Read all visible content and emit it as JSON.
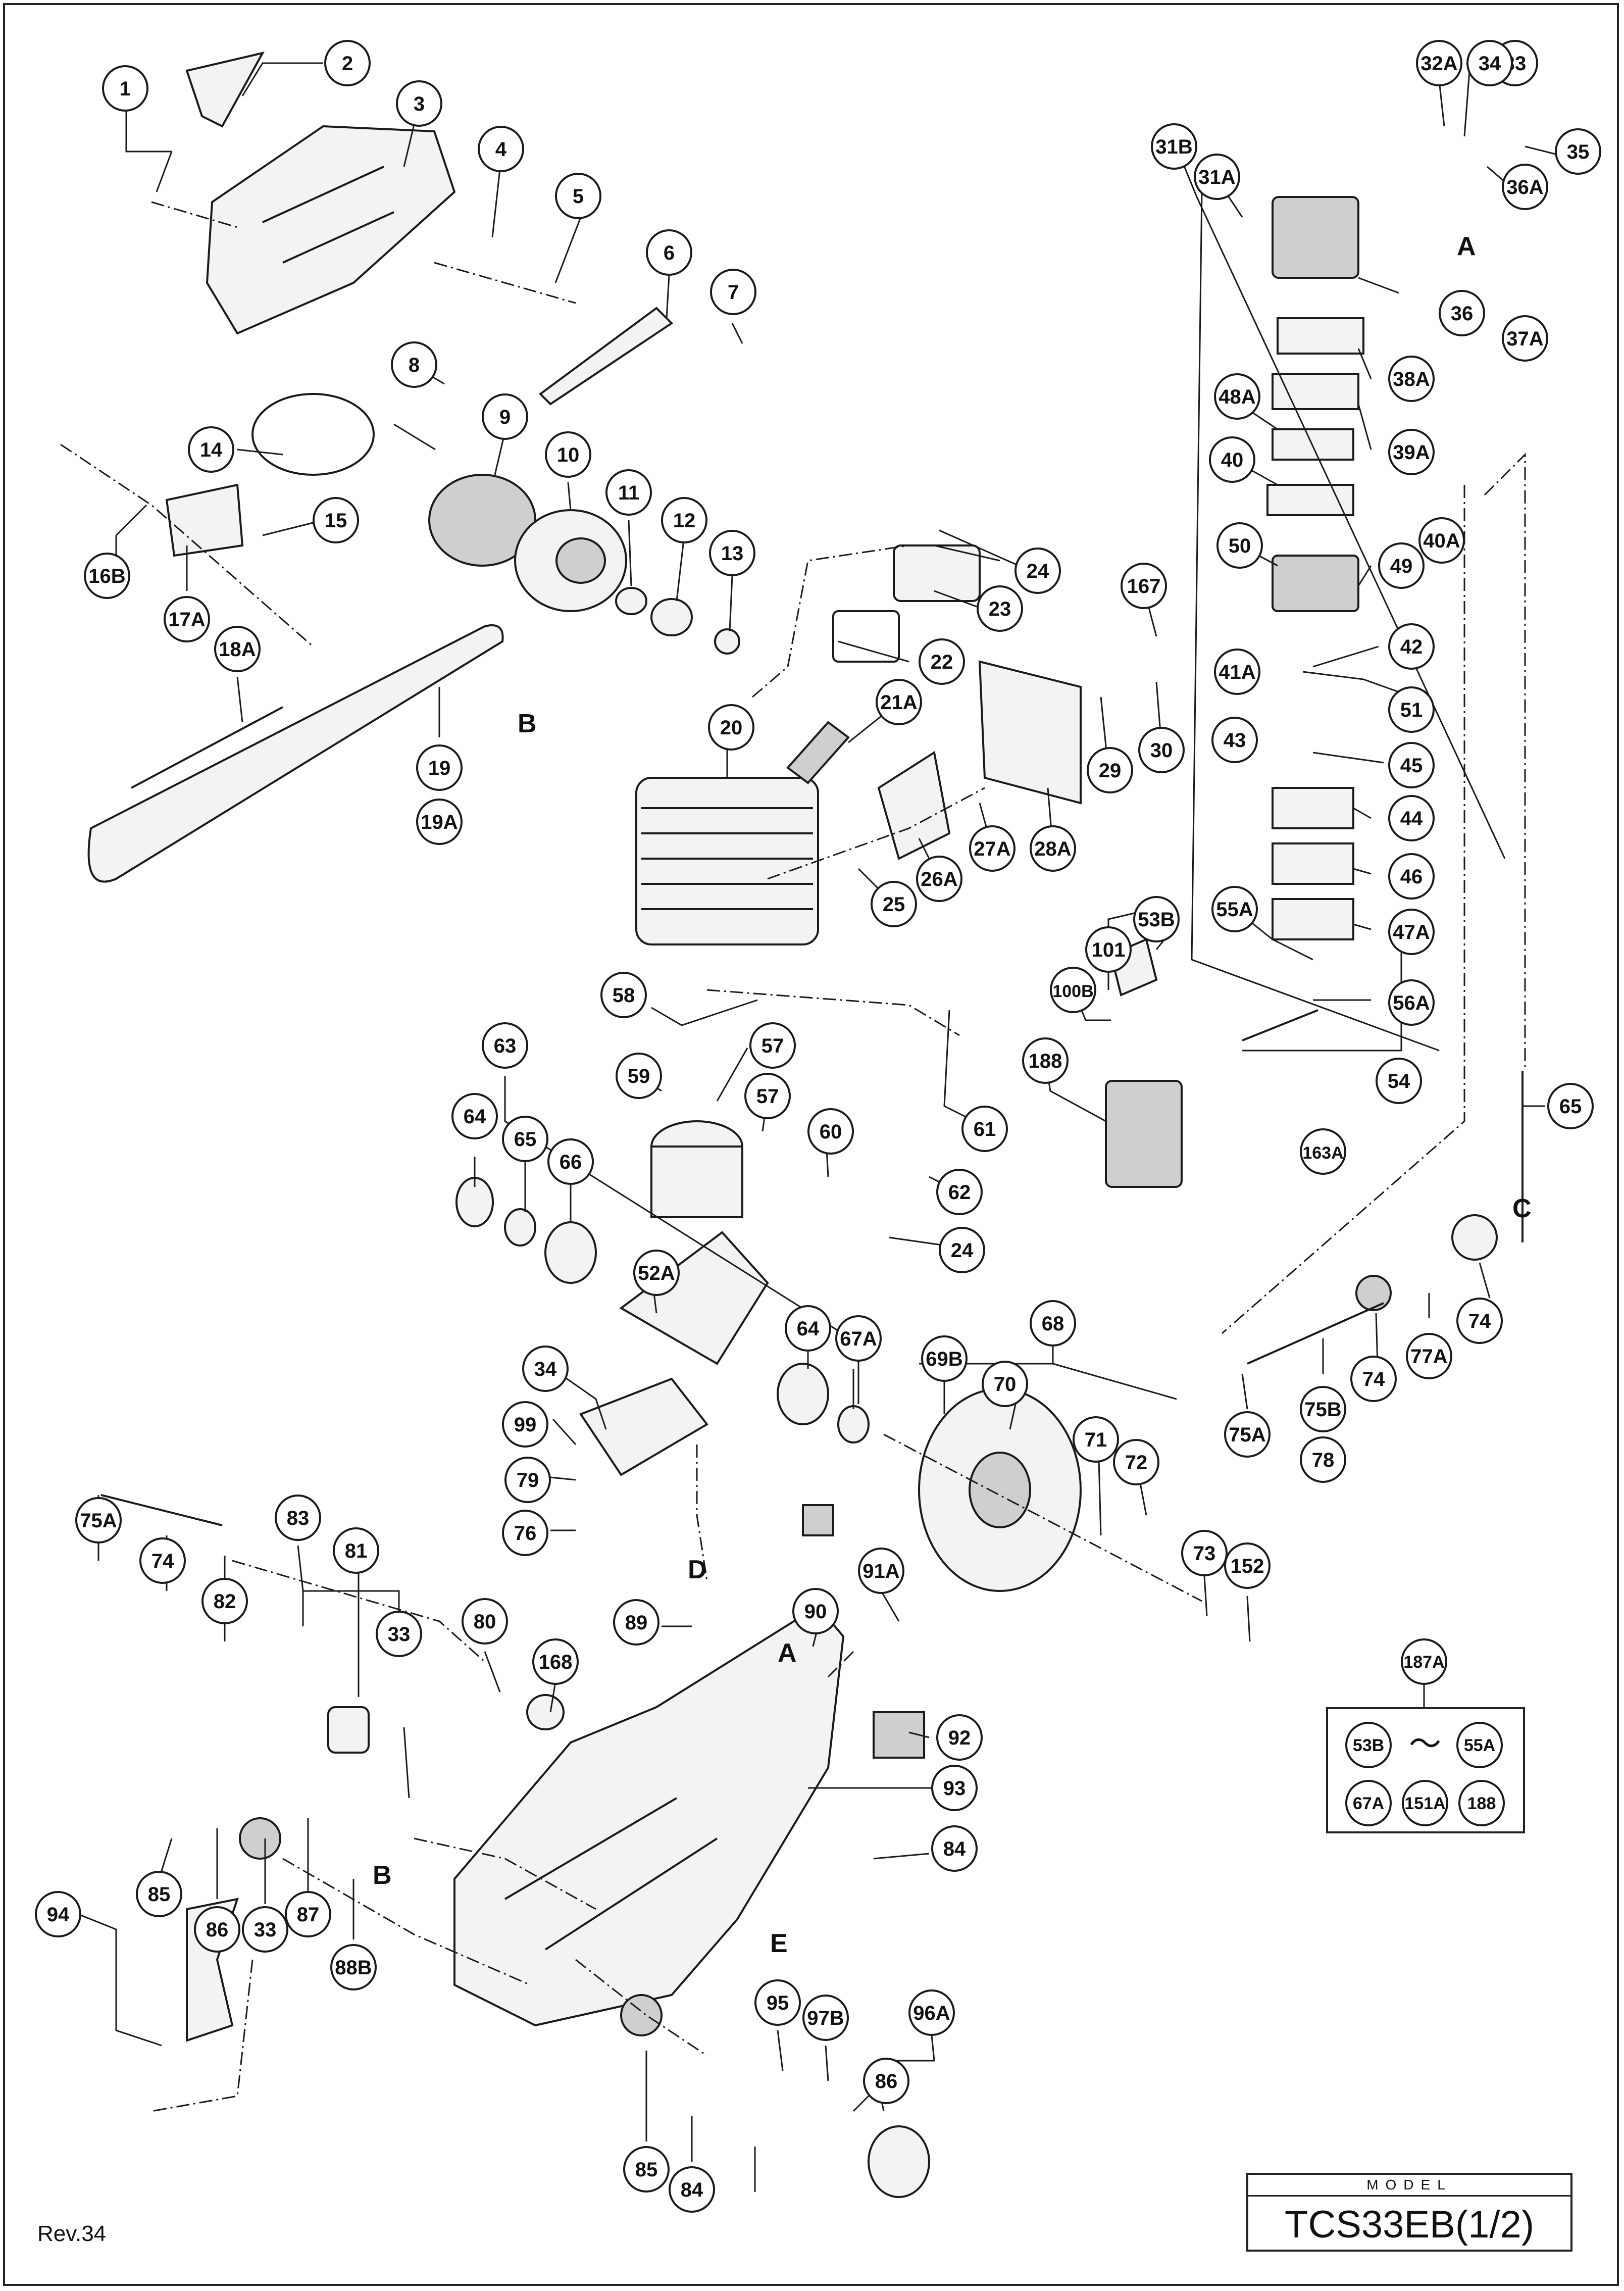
{
  "model": {
    "caption": "MODEL",
    "value": "TCS33EB(1/2)"
  },
  "revision": "Rev.34",
  "section_letters": [
    "A",
    "B",
    "C",
    "D",
    "E"
  ],
  "kit": {
    "label": "187A",
    "range_from": "53B",
    "range_sep": "〜",
    "range_to": "55A",
    "members": [
      "67A",
      "151A",
      "188"
    ]
  },
  "callouts": [
    "1",
    "2",
    "3",
    "4",
    "5",
    "6",
    "7",
    "8",
    "9",
    "10",
    "11",
    "12",
    "13",
    "14",
    "15",
    "16B",
    "17A",
    "18A",
    "19",
    "19A",
    "20",
    "21A",
    "22",
    "23",
    "24",
    "24",
    "25",
    "26A",
    "27A",
    "28A",
    "29",
    "30",
    "167",
    "31B",
    "31A",
    "32A",
    "33",
    "34",
    "35",
    "36A",
    "36",
    "37A",
    "38A",
    "39A",
    "48A",
    "40",
    "40A",
    "49",
    "50",
    "41A",
    "42",
    "51",
    "43",
    "45",
    "44",
    "46",
    "47A",
    "56A",
    "58",
    "57",
    "59",
    "57",
    "60",
    "61",
    "62",
    "63",
    "64",
    "65",
    "66",
    "52A",
    "100B",
    "101",
    "53B",
    "188",
    "55A",
    "54",
    "163A",
    "65",
    "64",
    "67A",
    "68",
    "69B",
    "70",
    "71",
    "72",
    "73",
    "152",
    "74",
    "77A",
    "74",
    "75A",
    "75B",
    "78",
    "34",
    "99",
    "79",
    "76",
    "75A",
    "74",
    "82",
    "81",
    "83",
    "33",
    "80",
    "168",
    "89",
    "90",
    "91A",
    "92",
    "93",
    "84",
    "85",
    "86",
    "33",
    "87",
    "88B",
    "94",
    "95",
    "97B",
    "96A",
    "86",
    "85",
    "84"
  ]
}
